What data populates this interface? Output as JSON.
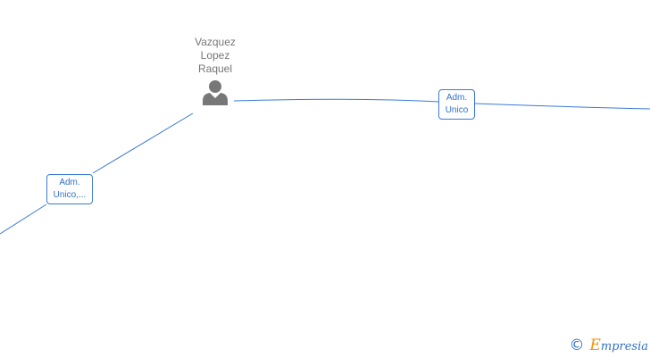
{
  "person": {
    "name_line1": "Vazquez",
    "name_line2": "Lopez",
    "name_line3": "Raquel",
    "icon": "person-icon"
  },
  "relations": [
    {
      "line1": "Adm.",
      "line2": "Unico"
    },
    {
      "line1": "Adm.",
      "line2": "Unico,..."
    }
  ],
  "footer": {
    "copyright_symbol": "©",
    "brand_initial": "E",
    "brand_rest": "mpresia"
  },
  "colors": {
    "edge": "#3a7bd5",
    "person_icon": "#777777",
    "brand_orange": "#f39200",
    "brand_blue": "#2f6fc9"
  }
}
